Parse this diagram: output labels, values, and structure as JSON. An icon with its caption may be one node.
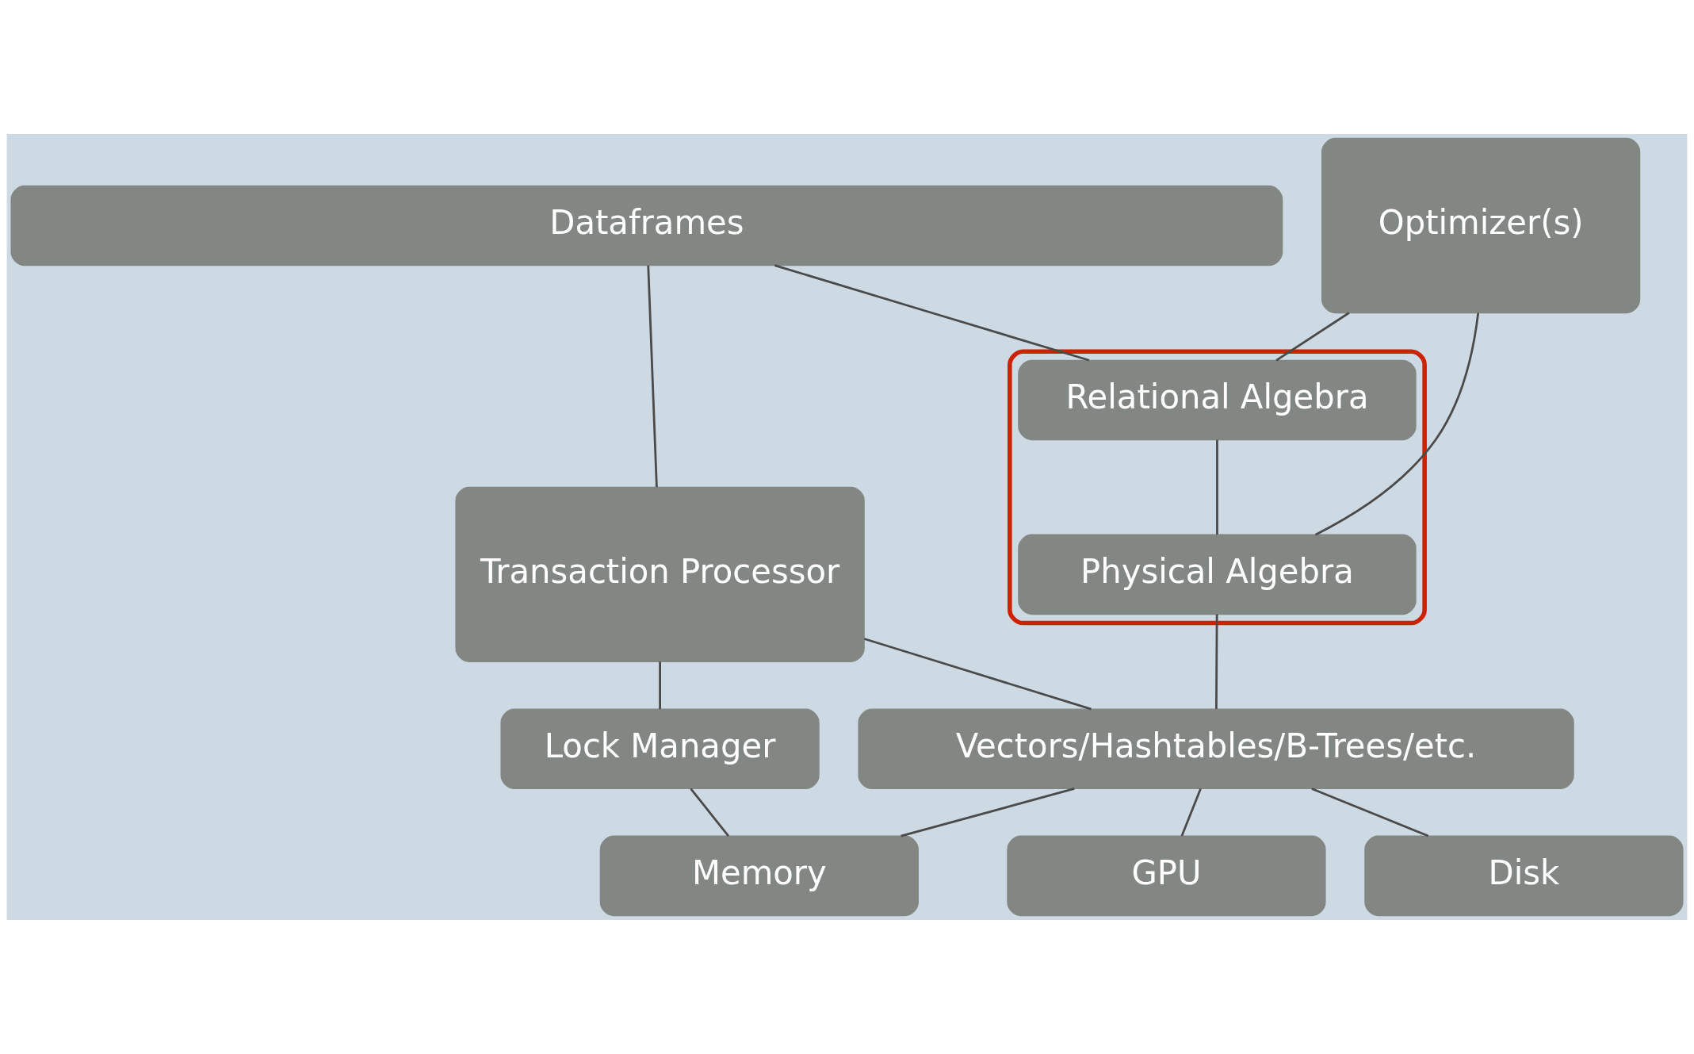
{
  "diagram": {
    "nodes": [
      {
        "text": [
          "Dataframes"
        ]
      },
      {
        "text": [
          "Optimizer(s)"
        ]
      },
      {
        "text": [],
        "shape": "ellipse"
      },
      {
        "text": [
          "Relational Algebra"
        ],
        "in": 2
      },
      {
        "text": [
          "Physical Algebra"
        ],
        "in": 2
      },
      {
        "text": [
          "Transaction Processor"
        ]
      },
      {
        "text": [
          "Vectors/Hashtables/B-Trees/etc."
        ]
      },
      {
        "text": [
          "Lock Manager"
        ]
      },
      {
        "text": [
          "Disk"
        ]
      },
      {
        "text": [
          "GPU"
        ]
      },
      {
        "text": [
          "Memory"
        ]
      }
    ],
    "edges": [
      {
        "from": 0,
        "to": 3,
        "arrow": "none"
      },
      {
        "from": 0,
        "to": 5,
        "arrow": "none"
      },
      {
        "from": 1,
        "to": 3,
        "arrow": "none"
      },
      {
        "from": 1,
        "to": 4,
        "arrow": "none"
      },
      {
        "from": 3,
        "to": 4,
        "arrow": "none"
      },
      {
        "from": 4,
        "to": 6,
        "arrow": "none"
      },
      {
        "from": 5,
        "to": 6,
        "arrow": "none"
      },
      {
        "from": 5,
        "to": 7,
        "arrow": "none"
      },
      {
        "from": 6,
        "to": 8,
        "arrow": "none"
      },
      {
        "from": 6,
        "to": 9,
        "arrow": "none"
      },
      {
        "from": 6,
        "to": 10,
        "arrow": "none"
      },
      {
        "from": 7,
        "to": 10,
        "arrow": "none"
      }
    ]
  }
}
